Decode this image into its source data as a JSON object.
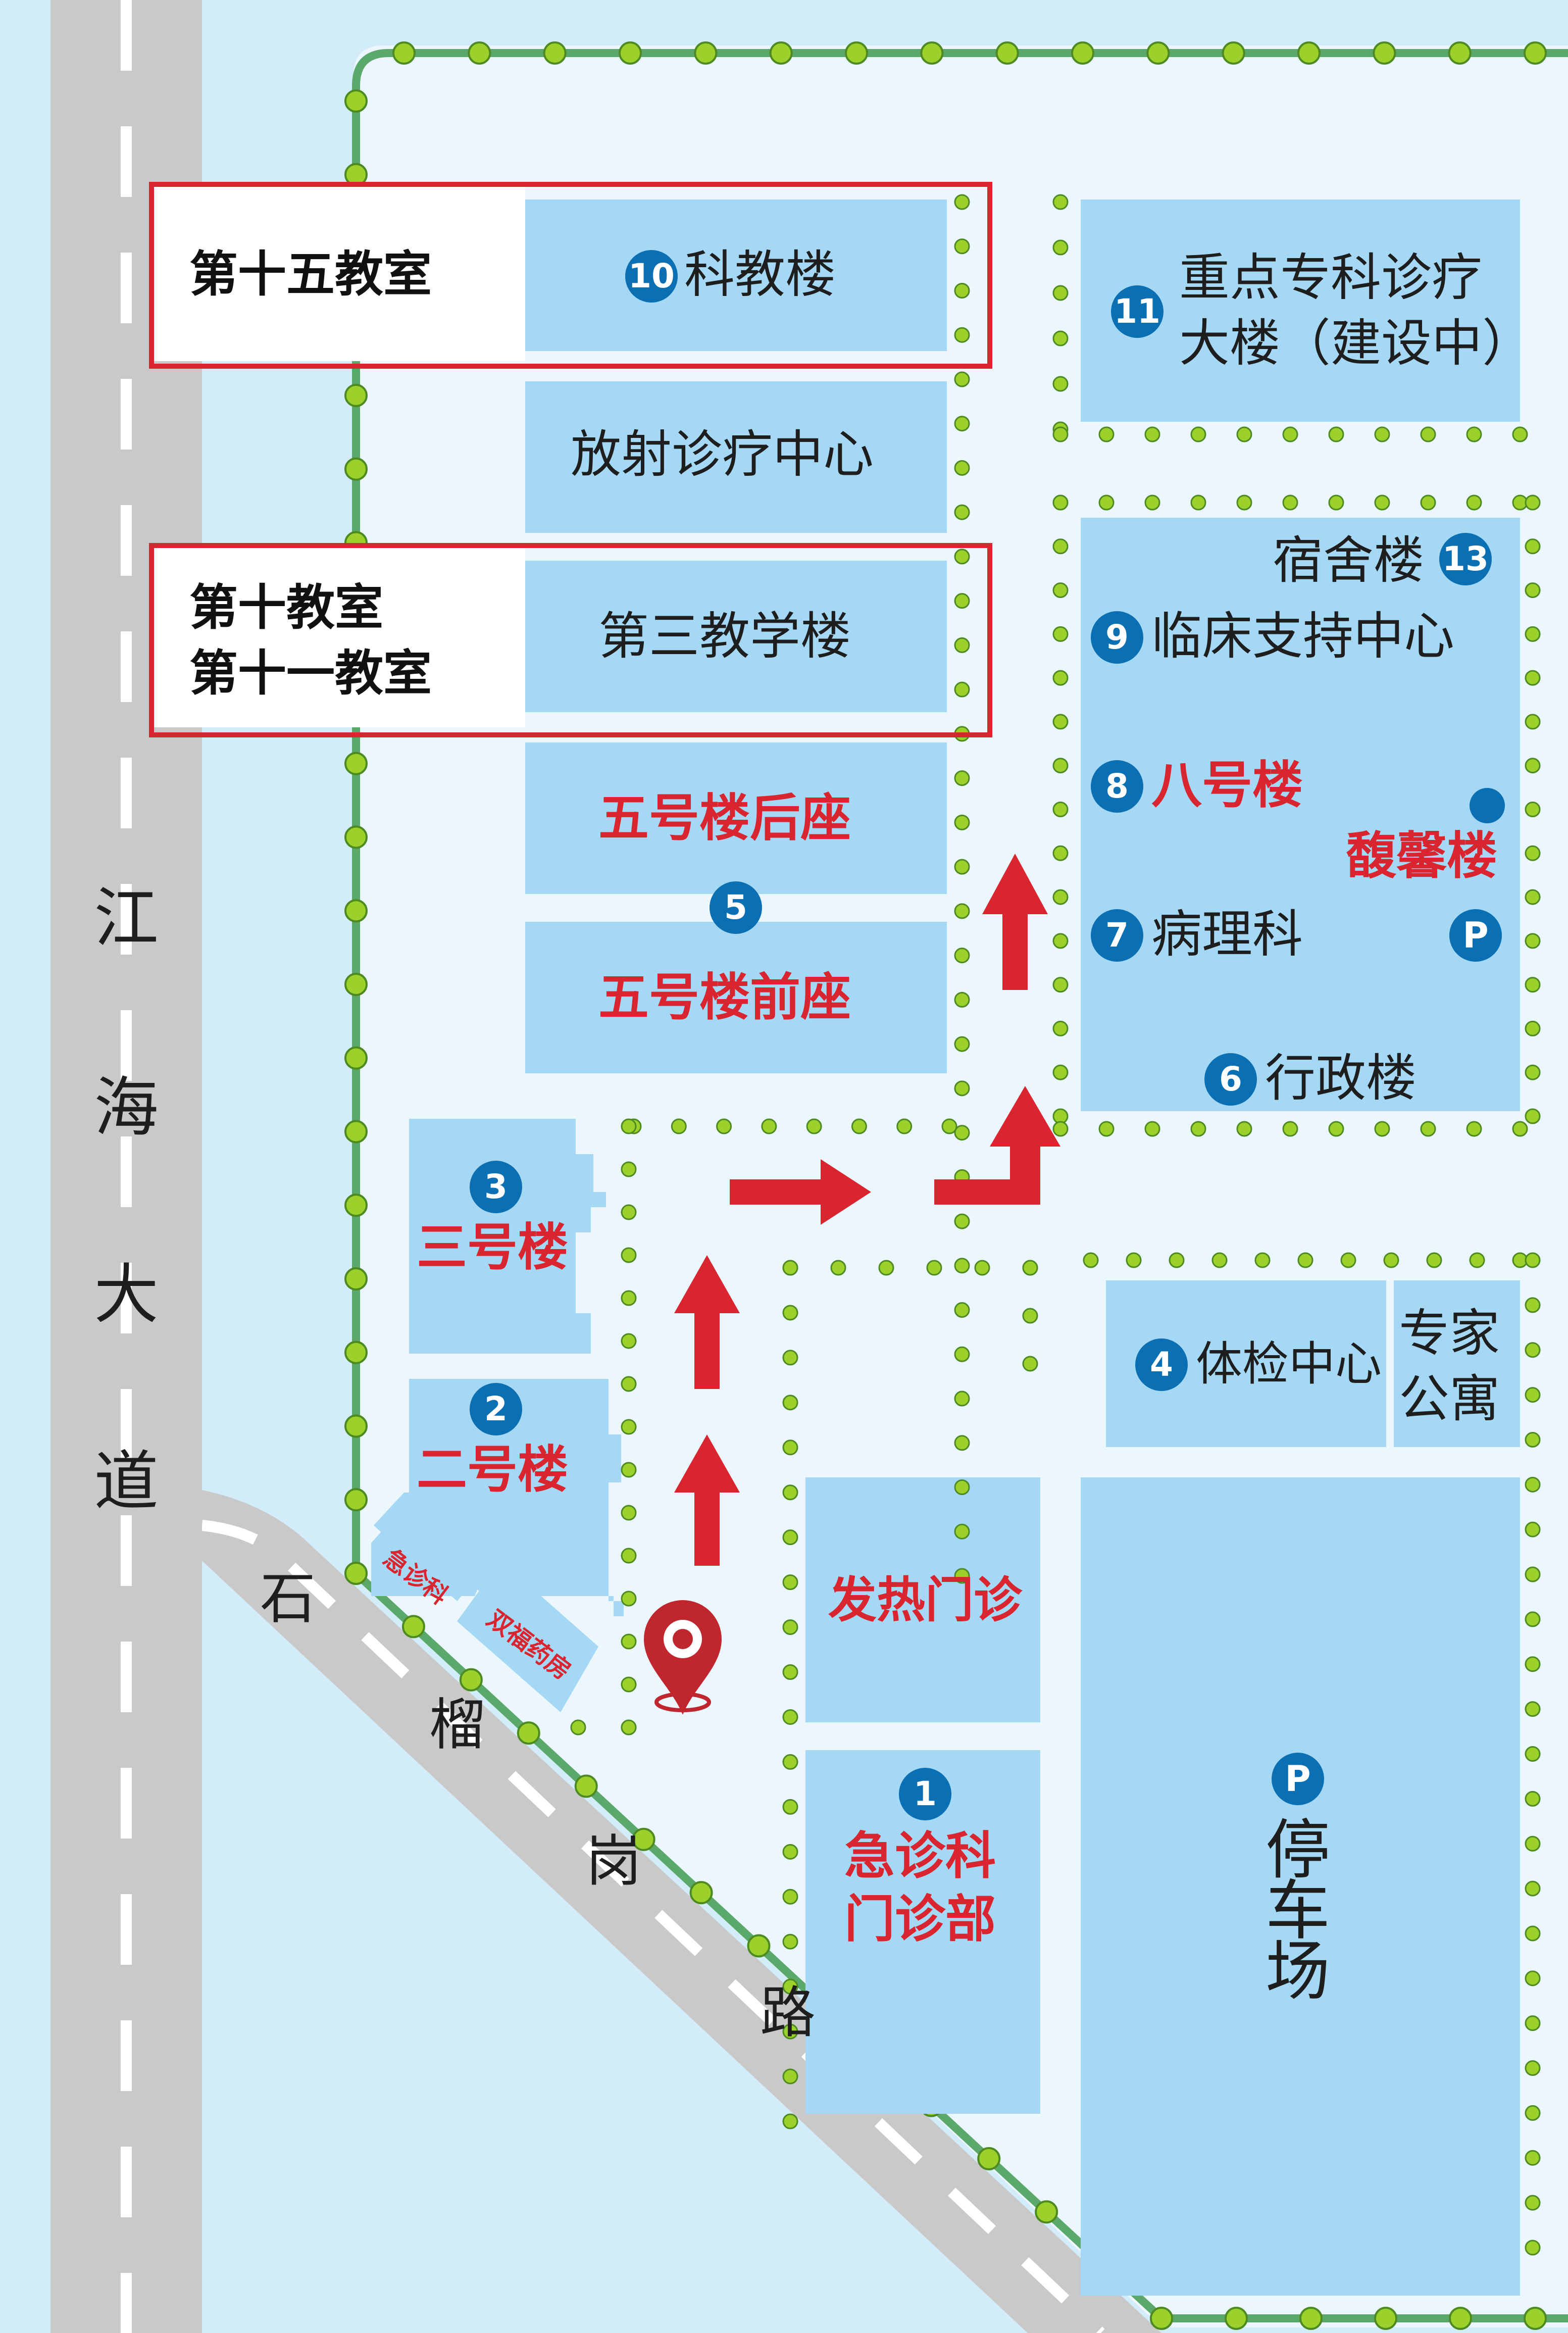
{
  "roads": {
    "jianghai": [
      "江",
      "海",
      "大",
      "道"
    ],
    "shiliugang": [
      "石",
      "榴",
      "岗",
      "路"
    ]
  },
  "callouts": {
    "top": "第十五教室",
    "middle_line1": "第十教室",
    "middle_line2": "第十一教室"
  },
  "buildings": {
    "b10": {
      "num": "10",
      "name": "科教楼"
    },
    "radiology": {
      "name": "放射诊疗中心"
    },
    "teach3": {
      "name": "第三教学楼"
    },
    "b5_back": {
      "name": "五号楼后座"
    },
    "b5": {
      "num": "5"
    },
    "b5_front": {
      "name": "五号楼前座"
    },
    "b3": {
      "num": "3",
      "name": "三号楼"
    },
    "b2": {
      "num": "2",
      "name": "二号楼"
    },
    "emergency_small": {
      "name": "急诊科"
    },
    "pharmacy": {
      "name": "双福药房"
    },
    "fever": {
      "name": "发热门诊"
    },
    "b1": {
      "num": "1",
      "name_line1": "急诊科",
      "name_line2": "门诊部"
    },
    "b11": {
      "num": "11",
      "name_line1": "重点专科诊疗",
      "name_line2": "大楼（建设中）"
    },
    "b13": {
      "num": "13",
      "name": "宿舍楼"
    },
    "b9": {
      "num": "9",
      "name": "临床支持中心"
    },
    "b8": {
      "num": "8",
      "name": "八号楼"
    },
    "fuxin": {
      "name": "馥馨楼"
    },
    "b7": {
      "num": "7",
      "name": "病理科"
    },
    "b6": {
      "num": "6",
      "name": "行政楼"
    },
    "b4": {
      "num": "4",
      "name": "体检中心"
    },
    "expert": {
      "name_line1": "专家",
      "name_line2": "公寓"
    },
    "parking": {
      "name": [
        "停",
        "车",
        "场"
      ]
    }
  },
  "parking_symbol": "P",
  "icons": {
    "location": "location-pin-icon",
    "arrows": "route-arrow-icon"
  },
  "colors": {
    "background": "#d3ecf9",
    "campus": "#ebf6fd",
    "building": "#a5d8f4",
    "road": "#c9c9c9",
    "accent_red": "#d9252f",
    "marker_blue": "#0a6fb3",
    "hedge_green": "#5aa86a",
    "tree_green": "#9bd12a"
  }
}
